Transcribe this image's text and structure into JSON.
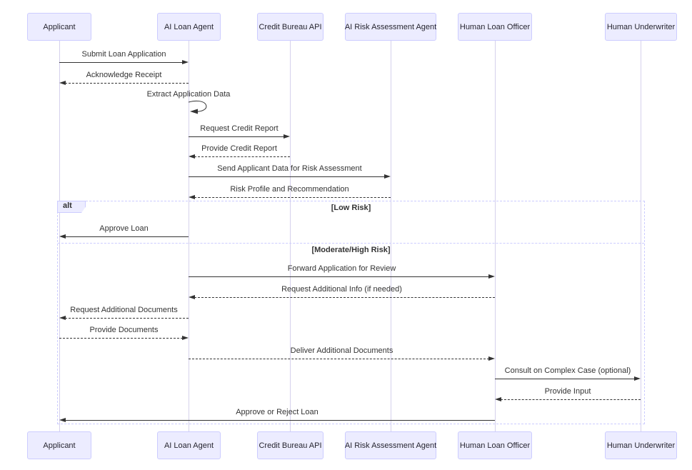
{
  "actors": [
    {
      "name": "Applicant"
    },
    {
      "name": "AI Loan Agent"
    },
    {
      "name": "Credit Bureau API"
    },
    {
      "name": "AI Risk Assessment Agent"
    },
    {
      "name": "Human Loan Officer"
    },
    {
      "name": "Human Underwriter"
    }
  ],
  "messages": [
    {
      "label": "Submit Loan Application",
      "from": 0,
      "to": 1,
      "line": "solid",
      "kind": "normal"
    },
    {
      "label": "Acknowledge Receipt",
      "from": 1,
      "to": 0,
      "line": "dashed",
      "kind": "normal"
    },
    {
      "label": "Extract Application Data",
      "from": 1,
      "to": 1,
      "line": "solid",
      "kind": "self"
    },
    {
      "label": "Request Credit Report",
      "from": 1,
      "to": 2,
      "line": "solid",
      "kind": "normal"
    },
    {
      "label": "Provide Credit Report",
      "from": 2,
      "to": 1,
      "line": "dashed",
      "kind": "normal"
    },
    {
      "label": "Send Applicant Data for Risk Assessment",
      "from": 1,
      "to": 3,
      "line": "solid",
      "kind": "normal"
    },
    {
      "label": "Risk Profile and Recommendation",
      "from": 3,
      "to": 1,
      "line": "dashed",
      "kind": "normal"
    },
    {
      "label": "Approve Loan",
      "from": 1,
      "to": 0,
      "line": "solid",
      "kind": "normal"
    },
    {
      "label": "Forward Application for Review",
      "from": 1,
      "to": 4,
      "line": "solid",
      "kind": "normal"
    },
    {
      "label": "Request Additional Info (if needed)",
      "from": 4,
      "to": 1,
      "line": "dashed",
      "kind": "normal"
    },
    {
      "label": "Request Additional Documents",
      "from": 1,
      "to": 0,
      "line": "dashed",
      "kind": "normal"
    },
    {
      "label": "Provide Documents",
      "from": 0,
      "to": 1,
      "line": "dashed",
      "kind": "normal"
    },
    {
      "label": "Deliver Additional Documents",
      "from": 1,
      "to": 4,
      "line": "dashed",
      "kind": "normal"
    },
    {
      "label": "Consult on Complex Case (optional)",
      "from": 4,
      "to": 5,
      "line": "solid",
      "kind": "normal"
    },
    {
      "label": "Provide Input",
      "from": 5,
      "to": 4,
      "line": "dashed",
      "kind": "normal"
    },
    {
      "label": "Approve or Reject Loan",
      "from": 4,
      "to": 0,
      "line": "solid",
      "kind": "normal"
    }
  ],
  "alt": {
    "label": "alt",
    "sections": [
      {
        "condition": "[Low Risk]"
      },
      {
        "condition": "[Moderate/High Risk]"
      }
    ]
  },
  "colors": {
    "actor_fill": "#ECECFF",
    "actor_border": "#CCCCFF",
    "lifeline": "#d5d1ec",
    "message_line": "#333333",
    "frame_border": "#CCCCFF",
    "background": "#ffffff"
  }
}
